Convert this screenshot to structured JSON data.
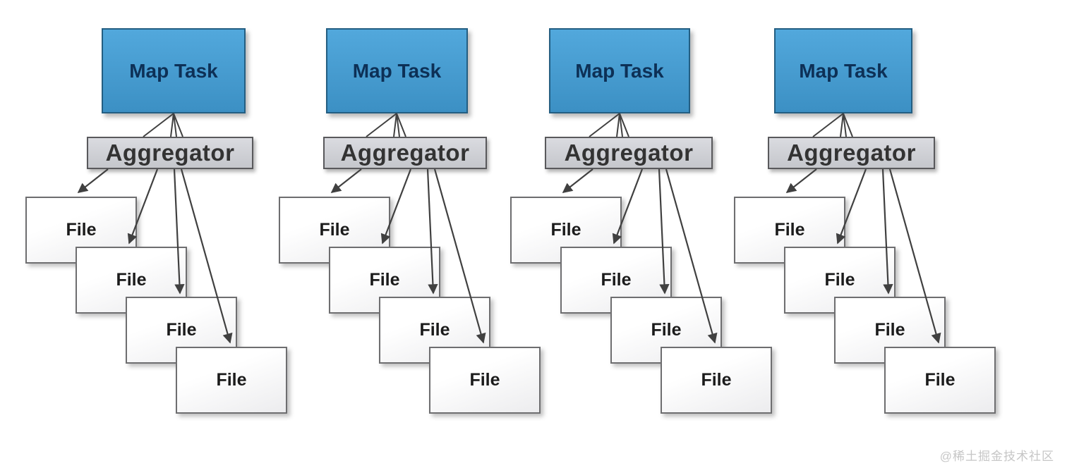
{
  "colors": {
    "map_fill_top": "#52a8dc",
    "map_fill_bottom": "#3c90c4",
    "map_border": "#235e82",
    "map_text": "#0d3056",
    "agg_fill_top": "#dadbe0",
    "agg_fill_bottom": "#c5c7cc",
    "agg_border": "#59595c",
    "agg_text": "#333333",
    "file_fill_top": "#ffffff",
    "file_fill_bottom": "#ececee",
    "file_border": "#6e6e70",
    "file_text": "#1b1b1b",
    "arrow": "#404040",
    "watermark_color": "#c6c6c6"
  },
  "watermark": {
    "text": "@稀土掘金技术社区"
  },
  "diagram": {
    "columns": [
      {
        "map_label": "Map Task",
        "aggregator_label": "Aggregator",
        "files": [
          "File",
          "File",
          "File",
          "File"
        ]
      },
      {
        "map_label": "Map Task",
        "aggregator_label": "Aggregator",
        "files": [
          "File",
          "File",
          "File",
          "File"
        ]
      },
      {
        "map_label": "Map Task",
        "aggregator_label": "Aggregator",
        "files": [
          "File",
          "File",
          "File",
          "File"
        ]
      },
      {
        "map_label": "Map Task",
        "aggregator_label": "Aggregator",
        "files": [
          "File",
          "File",
          "File",
          "File"
        ]
      }
    ]
  }
}
